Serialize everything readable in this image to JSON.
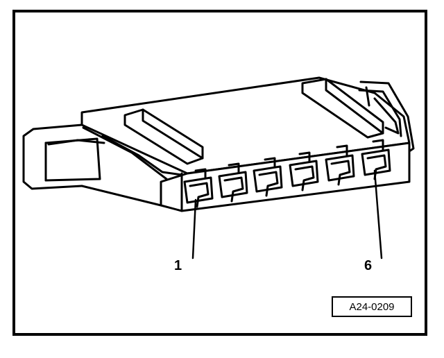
{
  "figure": {
    "callouts": [
      {
        "id": "1",
        "text": "1",
        "target": "terminal-chamber-1"
      },
      {
        "id": "6",
        "text": "6",
        "target": "terminal-chamber-6"
      }
    ],
    "reference_code": "A24-0209",
    "colors": {
      "ink": "#000000",
      "paper": "#ffffff"
    }
  }
}
